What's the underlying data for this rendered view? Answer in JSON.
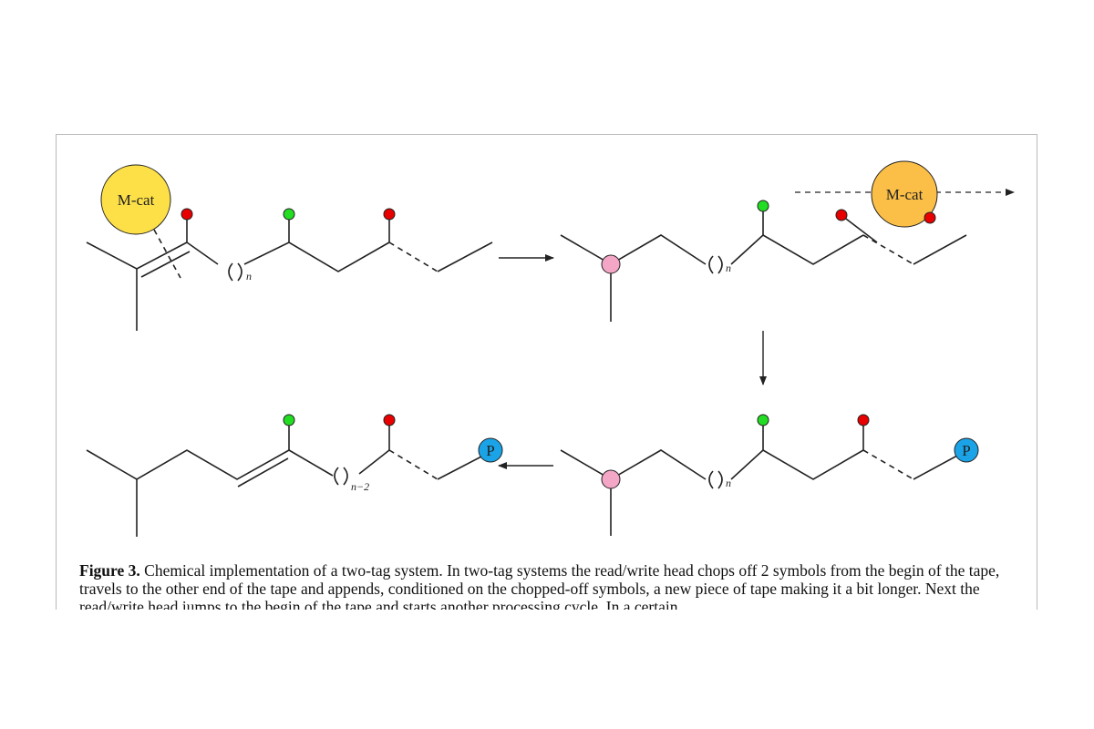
{
  "figure": {
    "catalyst_label": "M-cat",
    "product_label": "P",
    "repeat_n": "n",
    "repeat_n_minus_2": "n−2",
    "colors": {
      "catalyst_yellow": "#fde047",
      "catalyst_orange": "#fbbf47",
      "symbol_red": "#e80000",
      "symbol_green": "#22dd22",
      "site_pink": "#f4a6c6",
      "product_blue": "#1aa3e6",
      "bond": "#222222"
    }
  },
  "caption": {
    "label": "Figure 3.",
    "text": " Chemical implementation of a two-tag system. In two-tag systems the read/write head chops off 2 symbols from the begin of the tape, travels to the other end of the tape and appends, conditioned on the chopped-off symbols, a new piece of tape making it a bit longer. Next the read/write head jumps to the begin of the tape and starts another processing cycle. In a certain"
  }
}
